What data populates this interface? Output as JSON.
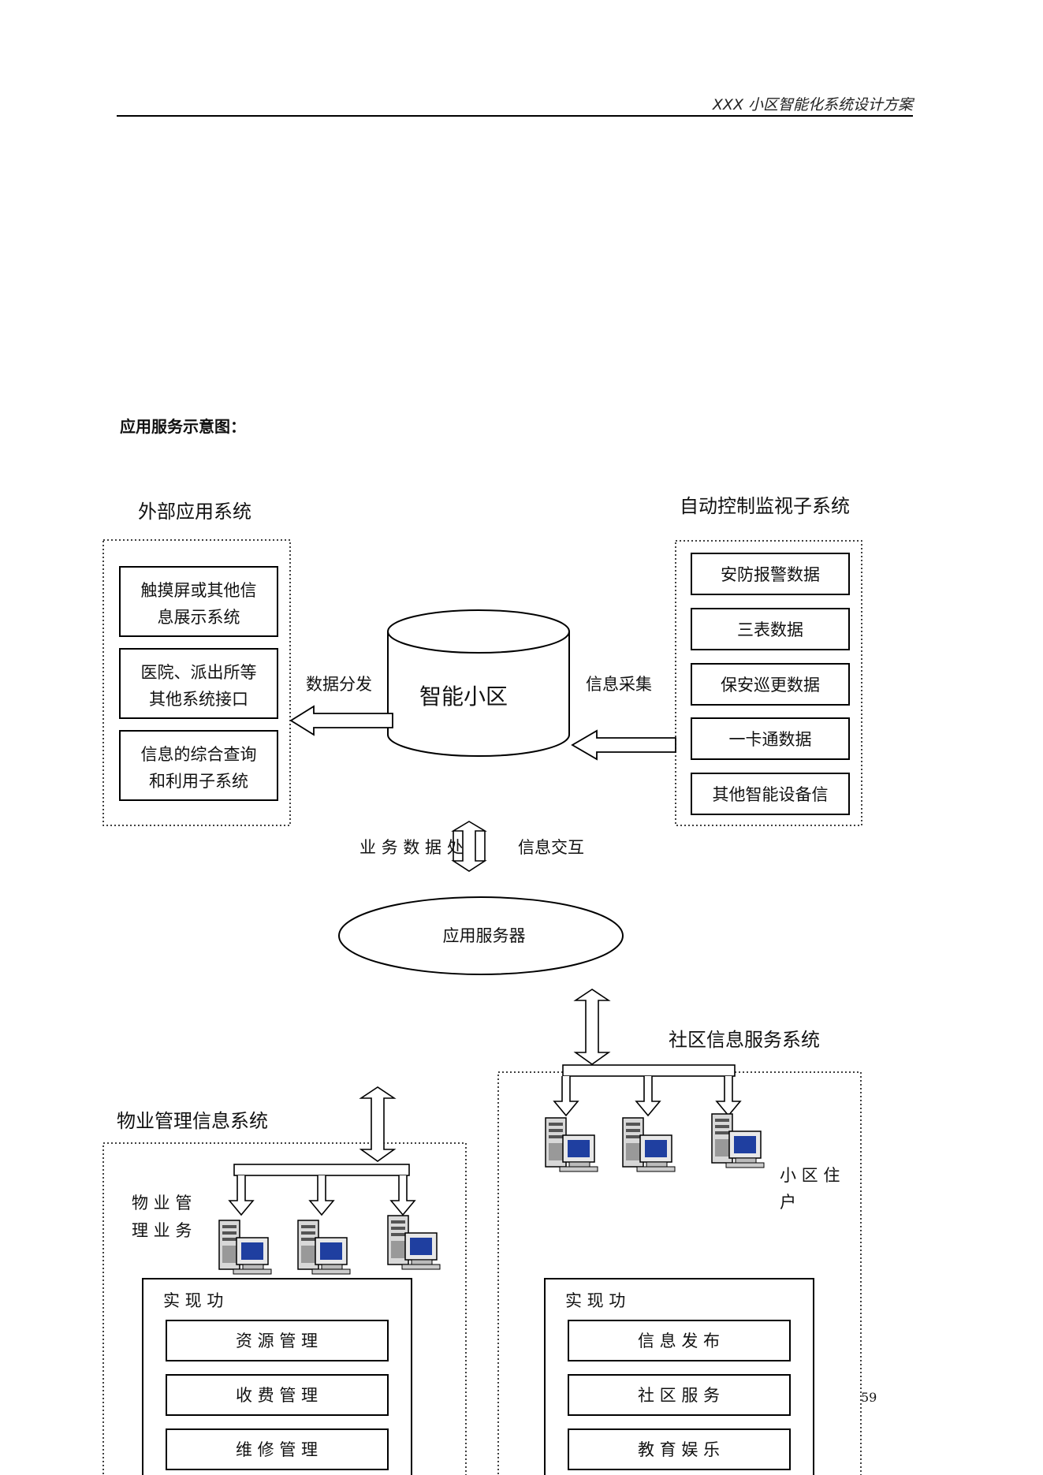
{
  "header": {
    "title": "XXX 小区智能化系统设计方案"
  },
  "caption": "应用服务示意图：",
  "page_number": "59",
  "diagram": {
    "external": {
      "title": "外部应用系统",
      "items": [
        [
          "触摸屏或其他信",
          "息展示系统"
        ],
        [
          "医院、派出所等",
          "其他系统接口"
        ],
        [
          "信息的综合查询",
          "和利用子系统"
        ]
      ]
    },
    "auto": {
      "title": "自动控制监视子系统",
      "items": [
        "安防报警数据",
        "三表数据",
        "保安巡更数据",
        "一卡通数据",
        "其他智能设备信"
      ]
    },
    "db": {
      "label": "智能小区"
    },
    "left_arrow_label": "数据分发",
    "right_arrow_label": "信息采集",
    "exchange_left": "业 务 数 据 处",
    "exchange_right": "信息交互",
    "server": {
      "label": "应用服务器"
    },
    "property": {
      "title": "物业管理信息系统",
      "side_label": [
        "物 业 管",
        "理 业 务"
      ],
      "box_title": "实 现 功",
      "items": [
        "资 源 管 理",
        "收 费 管 理",
        "维 修 管 理"
      ]
    },
    "community": {
      "title": "社区信息服务系统",
      "side_label": [
        "小 区 住",
        "户"
      ],
      "box_title": "实 现 功",
      "items": [
        "信 息 发 布",
        "社 区 服 务",
        "教 育 娱 乐"
      ]
    }
  }
}
